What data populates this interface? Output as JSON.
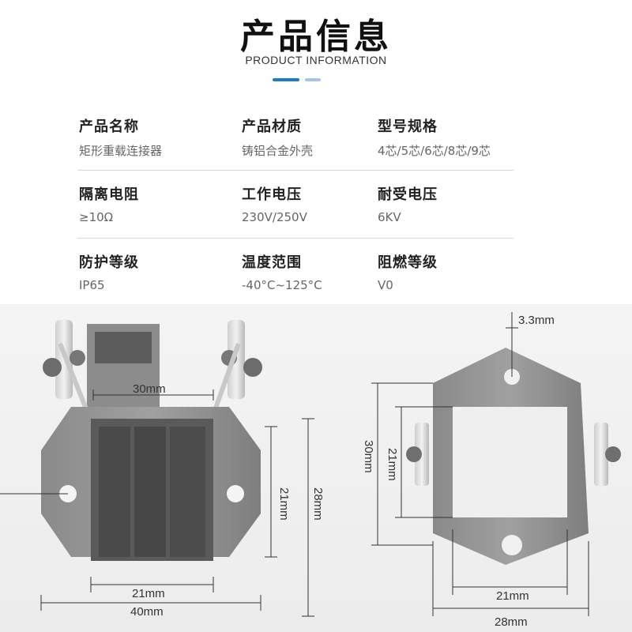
{
  "header": {
    "title_cn": "产品信息",
    "title_en": "PRODUCT INFORMATION",
    "accent_color": "#1f78d1"
  },
  "specs": {
    "rows": [
      [
        {
          "label": "产品名称",
          "value": "矩形重载连接器"
        },
        {
          "label": "产品材质",
          "value": "铸铝合金外壳"
        },
        {
          "label": "型号规格",
          "value": "4芯/5芯/6芯/8芯/9芯"
        }
      ],
      [
        {
          "label": "隔离电阻",
          "value": "≥10Ω"
        },
        {
          "label": "工作电压",
          "value": "230V/250V"
        },
        {
          "label": "耐受电压",
          "value": "6KV"
        }
      ],
      [
        {
          "label": "防护等级",
          "value": "IP65"
        },
        {
          "label": "温度范围",
          "value": "-40°C~125°C"
        },
        {
          "label": "阻燃等级",
          "value": "V0"
        }
      ]
    ]
  },
  "dimensions_front": {
    "top_width": "30mm",
    "inner_height": "21mm",
    "outer_height": "28mm",
    "inner_width": "21mm",
    "outer_width": "40mm"
  },
  "dimensions_back": {
    "offset": "3.3mm",
    "outer_height": "30mm",
    "inner_height": "21mm",
    "inner_width": "21mm",
    "outer_width": "28mm"
  }
}
